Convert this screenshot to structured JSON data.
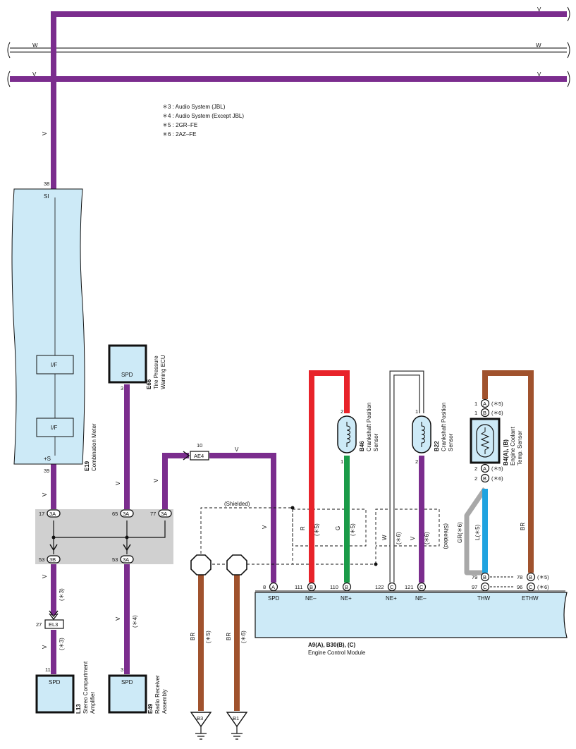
{
  "colors": {
    "violet": "#7b2d8e",
    "white_wire": "#ffffff",
    "red": "#e8232a",
    "green": "#1a9b48",
    "brown": "#a0522d",
    "blue": "#1fa3e0",
    "gray": "#a8a8a8",
    "component_fill": "#cdeaf7",
    "junction_fill": "#d0d0d0"
  },
  "bus": {
    "top_v_label": "V",
    "w_left_label": "W",
    "w_right_label": "W",
    "v_left_label": "V",
    "v_right_label": "V"
  },
  "notes": [
    "＊3 : Audio System (JBL)",
    "＊4 : Audio System (Except JBL)",
    "＊5 : 2GR–FE",
    "＊6 : 2AZ–FE"
  ],
  "combination_meter": {
    "code": "E19",
    "name": "Combination Meter",
    "pin_top": "38",
    "pin_top_label": "SI",
    "pin_bottom": "39",
    "pin_bottom_label": "+S",
    "block1": "I/F",
    "block2": "I/F"
  },
  "tire_pressure_ecu": {
    "code": "E66",
    "name_line1": "Tire Pressure",
    "name_line2": "Warning ECU",
    "label": "SPD",
    "pin": "3"
  },
  "junction": {
    "c1_top_pin": "17",
    "c1_top_conn": "3A",
    "c2_top_pin": "65",
    "c2_top_conn": "3A",
    "c3_top_pin": "77",
    "c3_top_conn": "3A",
    "c1_bot_pin": "53",
    "c1_bot_conn": "3B",
    "c2_bot_pin": "53",
    "c2_bot_conn": "3A"
  },
  "wire_labels": {
    "meter_upper": "V",
    "meter_lower": "V",
    "tpms": "V",
    "ae4_vertical": "V",
    "ae4_horizontal": "V",
    "spd_vertical": "V",
    "amp_upper": "V",
    "amp_upper_note": "(＊3)",
    "amp_lower": "V",
    "amp_lower_note": "(＊3)",
    "radio": "V",
    "radio_note": "(＊4)",
    "r": "R",
    "r_note": "(＊5)",
    "g": "G",
    "g_note": "(＊5)",
    "w": "W",
    "w_note": "(＊6)",
    "v6": "V",
    "v6_note": "(＊6)",
    "gr": "GR(＊6)",
    "l": "L(＊5)",
    "br_right": "BR",
    "br_b3": "BR",
    "br_b3_note": "(＊5)",
    "br_b1": "BR",
    "br_b1_note": "(＊6)"
  },
  "connector_ae4": {
    "pin": "10",
    "label": "AE4"
  },
  "connector_el3": {
    "pin": "27",
    "label": "EL3"
  },
  "shielded": {
    "top": "(Shielded)",
    "right": "(Shielded)"
  },
  "sensor_b46": {
    "code": "B46",
    "name_line1": "Crankshaft Position",
    "name_line2": "Sensor",
    "pin_top": "2",
    "pin_bottom": "1"
  },
  "sensor_b22": {
    "code": "B22",
    "name_line1": "Crankshaft Position",
    "name_line2": "Sensor",
    "pin_top": "1",
    "pin_bottom": "2"
  },
  "coolant_sensor": {
    "code": "B4(A), (B)",
    "name_line1": "Engine Coolant",
    "name_line2": "Temp. Sensor",
    "top1_pin": "1",
    "top1_conn": "A",
    "top1_note": "(＊5)",
    "top2_pin": "1",
    "top2_conn": "B",
    "top2_note": "(＊6)",
    "bot1_pin": "2",
    "bot1_conn": "A",
    "bot1_note": "(＊5)",
    "bot2_pin": "2",
    "bot2_conn": "B",
    "bot2_note": "(＊6)"
  },
  "ecm": {
    "code": "A9(A), B30(B), (C)",
    "name": "Engine Control Module",
    "pins": [
      {
        "pin": "8",
        "conn": "A",
        "label": "SPD"
      },
      {
        "pin": "111",
        "conn": "B",
        "label": "NE–"
      },
      {
        "pin": "110",
        "conn": "B",
        "label": "NE+"
      },
      {
        "pin": "122",
        "conn": "C",
        "label": "NE+"
      },
      {
        "pin": "121",
        "conn": "C",
        "label": "NE–"
      },
      {
        "pin": "79",
        "conn": "B",
        "label": ""
      },
      {
        "pin": "97",
        "conn": "C",
        "label": "THW"
      },
      {
        "pin": "78",
        "conn": "B",
        "label": "",
        "note": "(＊5)"
      },
      {
        "pin": "96",
        "conn": "C",
        "label": "ETHW",
        "note": "(＊6)"
      }
    ]
  },
  "amplifier": {
    "code": "L13",
    "name_line1": "Stereo Compartment",
    "name_line2": "Amplifier",
    "label": "SPD",
    "pin": "11"
  },
  "radio": {
    "code": "E49",
    "name_line1": "Radio Receiver",
    "name_line2": "Assembly",
    "label": "SPD",
    "pin": "3"
  },
  "grounds": {
    "g1": "B3",
    "g2": "B1"
  }
}
